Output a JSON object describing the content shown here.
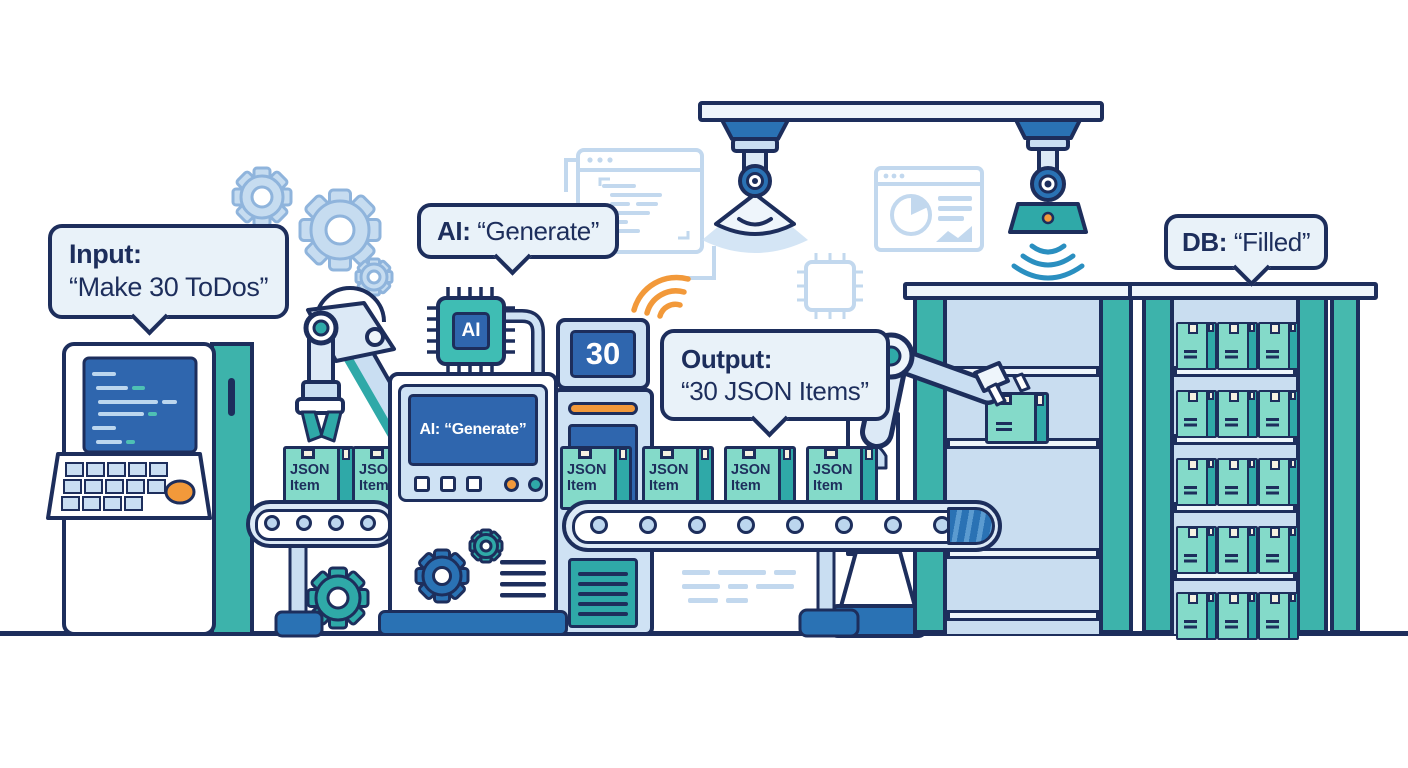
{
  "speech_bubbles": {
    "input": {
      "label": "Input:",
      "quote": "“Make 30 ToDos”"
    },
    "ai": {
      "label": "AI:",
      "quote": "“Generate”"
    },
    "output": {
      "label": "Output:",
      "quote": "“30 JSON Items”"
    },
    "db": {
      "label": "DB:",
      "quote": "“Filled”"
    }
  },
  "machine": {
    "screen_text": "AI: “Generate”"
  },
  "ai_chip": {
    "label": "AI"
  },
  "counter_display": {
    "value": "30"
  },
  "conveyor_box": {
    "line1": "JSON",
    "line2": "Item"
  },
  "colors": {
    "outline_navy": "#1d2e5c",
    "screen_blue": "#2f66ae",
    "machine_blue": "#2a72b4",
    "teal": "#2fa9a8",
    "rack_teal": "#3db3ab",
    "box_mint": "#84dac9",
    "light_blue": "#c9def2",
    "bubble_fill": "#e9f2f9",
    "faded_background": "#c2d8ee",
    "accent_orange": "#f2993a",
    "label_cream": "#f6f1e2"
  }
}
